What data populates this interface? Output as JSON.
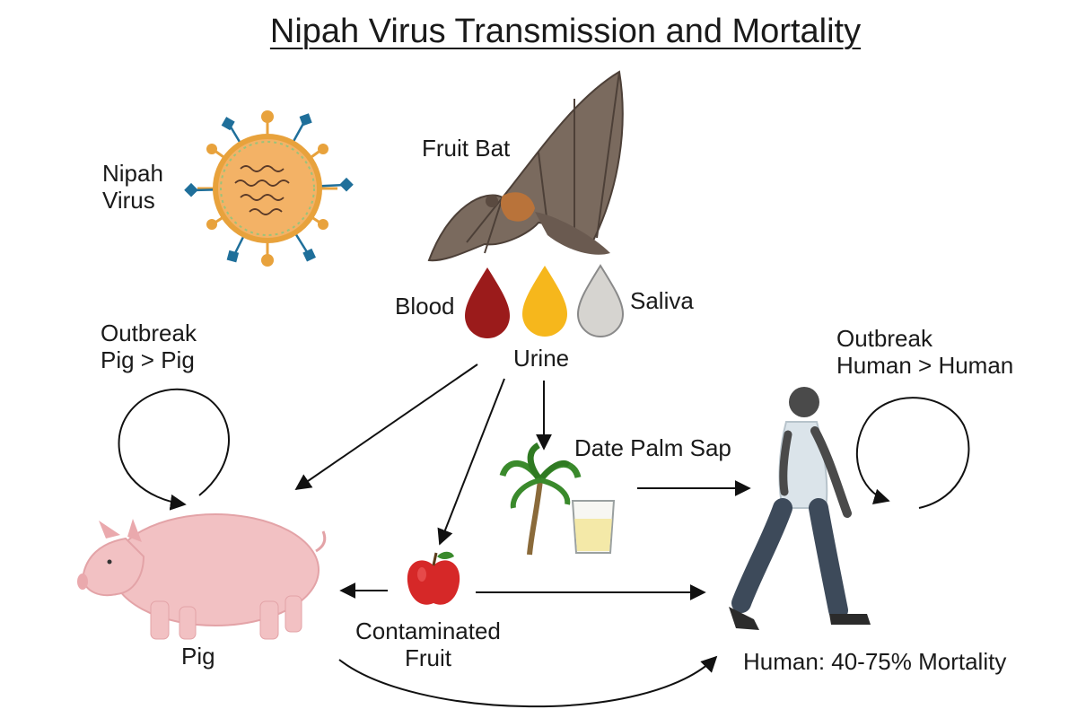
{
  "title": "Nipah Virus Transmission and Mortality",
  "labels": {
    "virus_line1": "Nipah",
    "virus_line2": "Virus",
    "fruit_bat": "Fruit Bat",
    "blood": "Blood",
    "saliva": "Saliva",
    "urine": "Urine",
    "outbreak_pig_line1": "Outbreak",
    "outbreak_pig_line2": "Pig > Pig",
    "outbreak_human_line1": "Outbreak",
    "outbreak_human_line2": "Human > Human",
    "date_palm_sap": "Date Palm Sap",
    "contaminated_line1": "Contaminated",
    "contaminated_line2": "Fruit",
    "pig": "Pig",
    "human": "Human: 40-75% Mortality"
  },
  "colors": {
    "blood_drop": "#9b1b1b",
    "urine_drop": "#f6b71c",
    "saliva_drop": "#d6d4d0",
    "virus_body": "#f3b266",
    "virus_spike": "#e8a23c",
    "virus_receptor": "#1f6f9a",
    "bat": "#7a6a5e",
    "pig": "#f2c1c3",
    "apple": "#d62828",
    "palm": "#3a8a2c",
    "sap": "#f4e9a8",
    "human_skin": "#4a4a4a",
    "human_shirt": "#dbe4ea",
    "human_pants": "#3d4a5a"
  }
}
